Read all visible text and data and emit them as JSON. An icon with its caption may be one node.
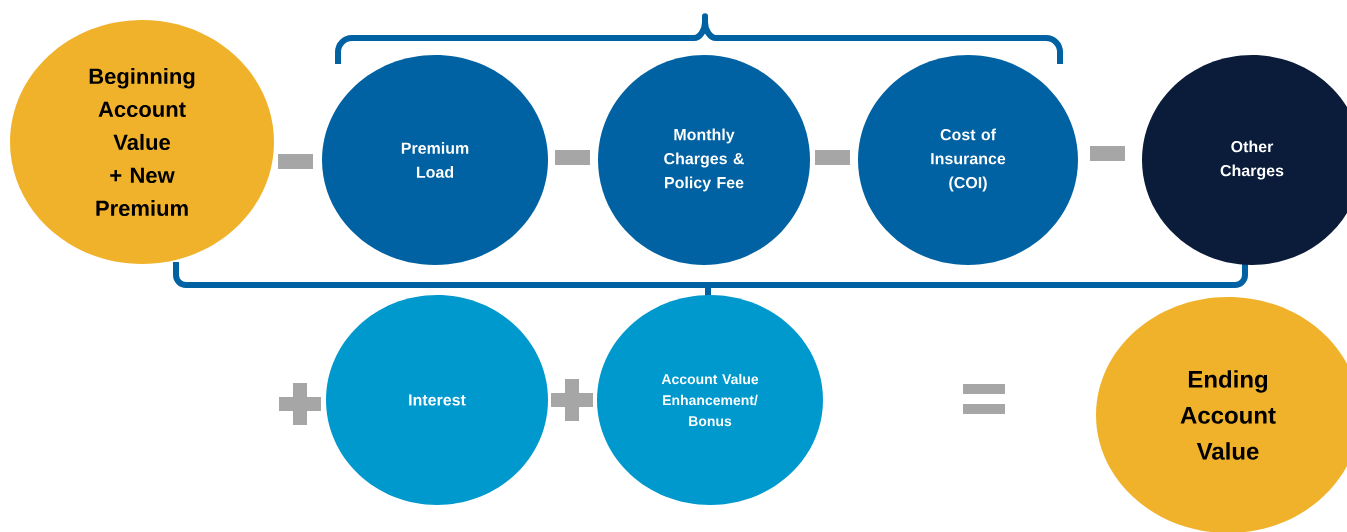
{
  "diagram": {
    "nodes": [
      {
        "text": [
          "Beginning Account Value + New Premium"
        ]
      },
      {
        "text": [
          "Premium Load"
        ]
      },
      {
        "text": [
          "Monthly Charges & Policy Fee"
        ]
      },
      {
        "text": [
          "Cost of Insurance (COI)"
        ]
      },
      {
        "text": [
          "Other Charges"
        ]
      },
      {
        "text": [
          "Interest"
        ]
      },
      {
        "text": [
          "Account Value Enhancement/ Bonus"
        ]
      },
      {
        "text": [
          "Ending Account Value"
        ]
      }
    ]
  }
}
